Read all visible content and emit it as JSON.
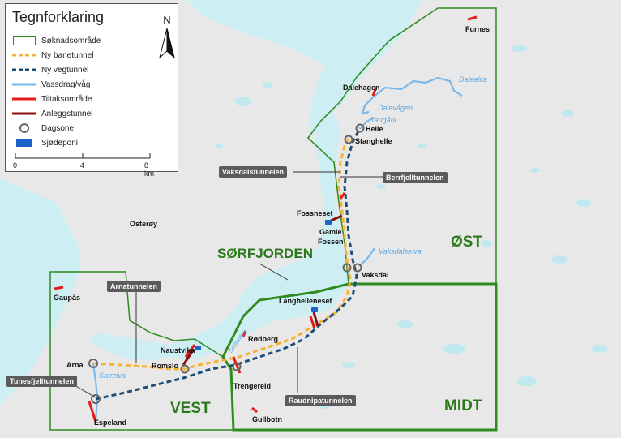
{
  "legend": {
    "title": "Tegnforklaring",
    "items": [
      {
        "label": "Søknadsområde",
        "icon": "green-outline-box"
      },
      {
        "label": "Ny banetunnel",
        "icon": "orange-dashed-line"
      },
      {
        "label": "Ny vegtunnel",
        "icon": "navy-dashed-line"
      },
      {
        "label": "Vassdrag/våg",
        "icon": "blue-line"
      },
      {
        "label": "Tiltaksområde",
        "icon": "red-line"
      },
      {
        "label": "Anleggstunnel",
        "icon": "darkred-line"
      },
      {
        "label": "Dagsone",
        "icon": "grey-circle"
      },
      {
        "label": "Sjødeponi",
        "icon": "blue-square"
      }
    ],
    "scale": {
      "ticks": [
        "0",
        "4",
        "8 km"
      ]
    },
    "north_label": "N"
  },
  "regions": {
    "vest": "VEST",
    "midt": "MIDT",
    "ost": "ØST",
    "sorfjorden": "SØRFJORDEN"
  },
  "places": {
    "furnes": "Furnes",
    "dalehagen": "Dalehagen",
    "helle": "Helle",
    "stanghelle": "Stanghelle",
    "fossneset": "Fossneset",
    "gamle_fossen": "Gamle\nFossen",
    "vaksdal": "Vaksdal",
    "langhelleneset": "Langhelleneset",
    "rodberg": "Rødberg",
    "trengereid": "Trengereid",
    "gullbotn": "Gullbotn",
    "naustvika": "Naustvika",
    "romslo": "Romslo",
    "arna": "Arna",
    "espeland": "Espeland",
    "gaupas": "Gaupås",
    "osteroy": "Osterøy"
  },
  "water_labels": {
    "daleelva": "Daleelva",
    "dalevagen": "Dalevågen",
    "taugani": "Taugåni",
    "vaksdalselva": "Vaksdalselva",
    "sorfjorden_small": "Sørfjorden",
    "storelva": "Storelva"
  },
  "tunnels": {
    "vaksdalstunnelen": "Vaksdalstunnelen",
    "berrfjelltunnelen": "Berrfjelltunnelen",
    "arnatunnelen": "Arnatunnelen",
    "tunesfjelltunnelen": "Tunesfjelltunnelen",
    "raudnipatunnelen": "Raudnipatunnelen"
  },
  "colors": {
    "land": "#e6e6e6",
    "water": "#cdeef3",
    "lake": "#bfe9ef",
    "application_area": "#2f8a1f",
    "rail_tunnel": "#f5b335",
    "road_tunnel": "#1d4f78",
    "river": "#7ab8ea",
    "measure_area": "#e31b1b",
    "construction_tunnel": "#8a1010",
    "sea_deposit": "#1f63c8"
  }
}
